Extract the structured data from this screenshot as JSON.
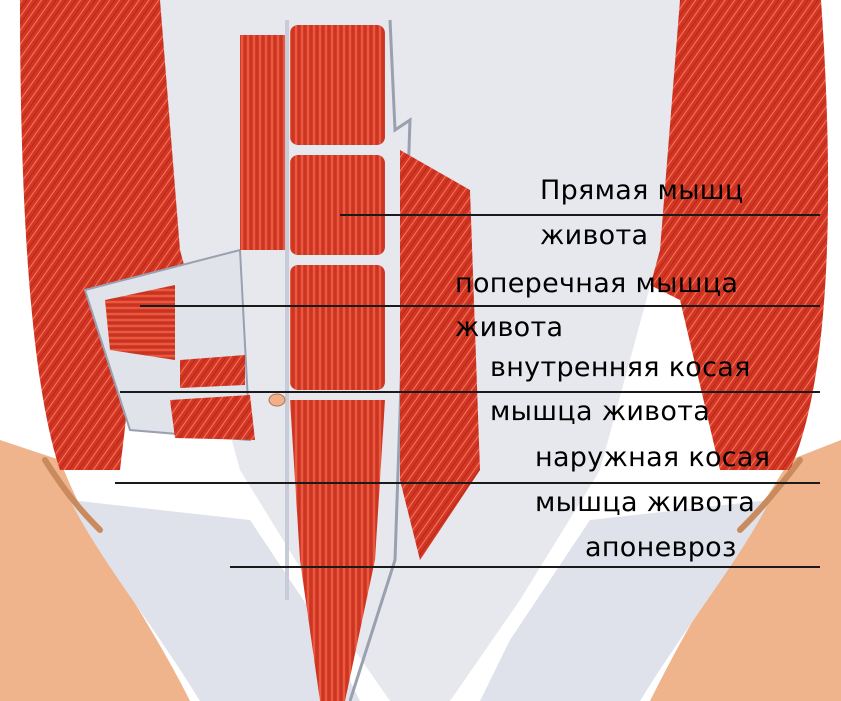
{
  "labels": {
    "rectus": {
      "line1": "Прямая мышц",
      "line2": "живота"
    },
    "transverse": {
      "line1": "поперечная мышца",
      "line2": "живота"
    },
    "internal_oblique": {
      "line1": "внутренняя косая",
      "line2": "мышца живота"
    },
    "external_oblique": {
      "line1": "наружная косая",
      "line2": "мышца живота"
    },
    "aponeurosis": {
      "line1": "апоневроз"
    }
  },
  "colors": {
    "muscle": "#d83a26",
    "muscle_dark": "#a8261a",
    "tendon": "#e6e8ee",
    "skin": "#f2b98f",
    "line": "#1a1a1a"
  }
}
